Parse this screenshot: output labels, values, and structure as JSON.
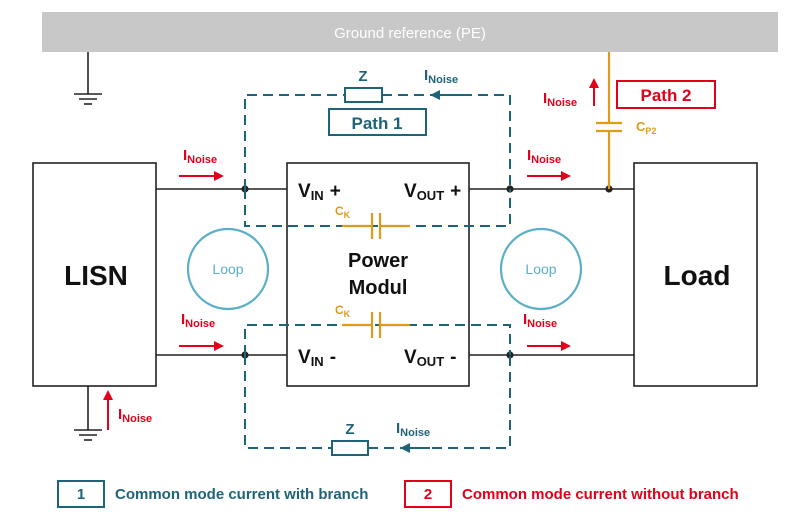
{
  "ground_bar": {
    "label": "Ground reference (PE)"
  },
  "blocks": {
    "lisn": "LISN",
    "load": "Load",
    "power_line1": "Power",
    "power_line2": "Modul"
  },
  "terminals": {
    "vin_plus": {
      "main": "V",
      "sub": "IN",
      "sign": "+"
    },
    "vout_plus": {
      "main": "V",
      "sub": "OUT",
      "sign": "+"
    },
    "vin_minus": {
      "main": "V",
      "sub": "IN",
      "sign": "-"
    },
    "vout_minus": {
      "main": "V",
      "sub": "OUT",
      "sign": "-"
    }
  },
  "currents": {
    "main": "I",
    "sub": "Noise"
  },
  "impedance": "Z",
  "capacitors": {
    "ck": {
      "main": "C",
      "sub": "K"
    },
    "cp2": {
      "main": "C",
      "sub": "P2"
    }
  },
  "loops": {
    "label": "Loop"
  },
  "paths": {
    "path1": "Path 1",
    "path2": "Path 2"
  },
  "legend": [
    {
      "number": "1",
      "text": "Common mode current with branch"
    },
    {
      "number": "2",
      "text": "Common mode current without branch"
    }
  ],
  "colors": {
    "teal": "#1f6378",
    "red": "#e2001a",
    "orange": "#e09a1c",
    "loop": "#5bafc6",
    "ground_bar": "#c8c8c8"
  }
}
